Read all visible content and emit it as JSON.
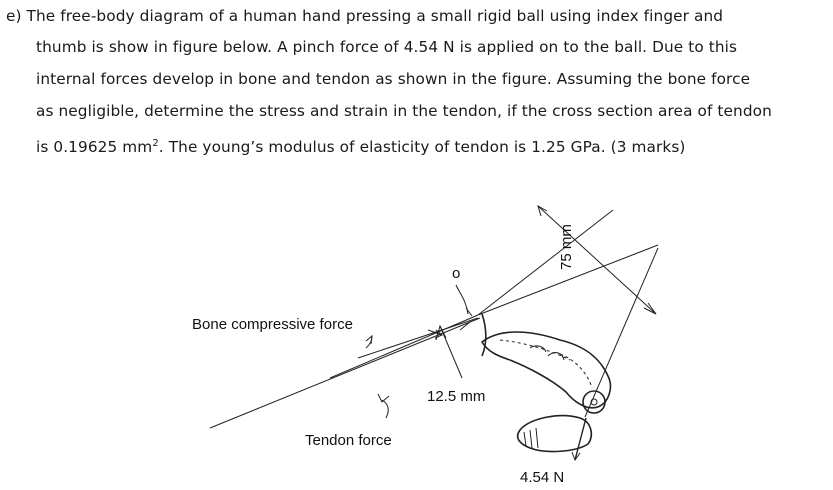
{
  "question": {
    "line1": "e)  The free-body diagram of a human hand pressing a small rigid ball using index finger and",
    "line2": "thumb is show in figure below. A pinch force of 4.54 N is applied on to the ball. Due to this",
    "line3": "internal forces develop in bone and tendon as shown in the figure. Assuming the bone force",
    "line4": "as negligible, determine the stress and strain in the tendon, if the cross section area of tendon",
    "line5_before": "is 0.19625 mm",
    "line5_sup": "2",
    "line5_after": ". The young’s modulus of elasticity of tendon is 1.25 GPa. (3 marks)"
  },
  "figure": {
    "bone_label": "Bone compressive force",
    "tendon_label": "Tendon force",
    "short_dim": "12.5 mm",
    "long_dim": "75 mm",
    "pinch_force": "4.54 N",
    "point_label": "o"
  }
}
